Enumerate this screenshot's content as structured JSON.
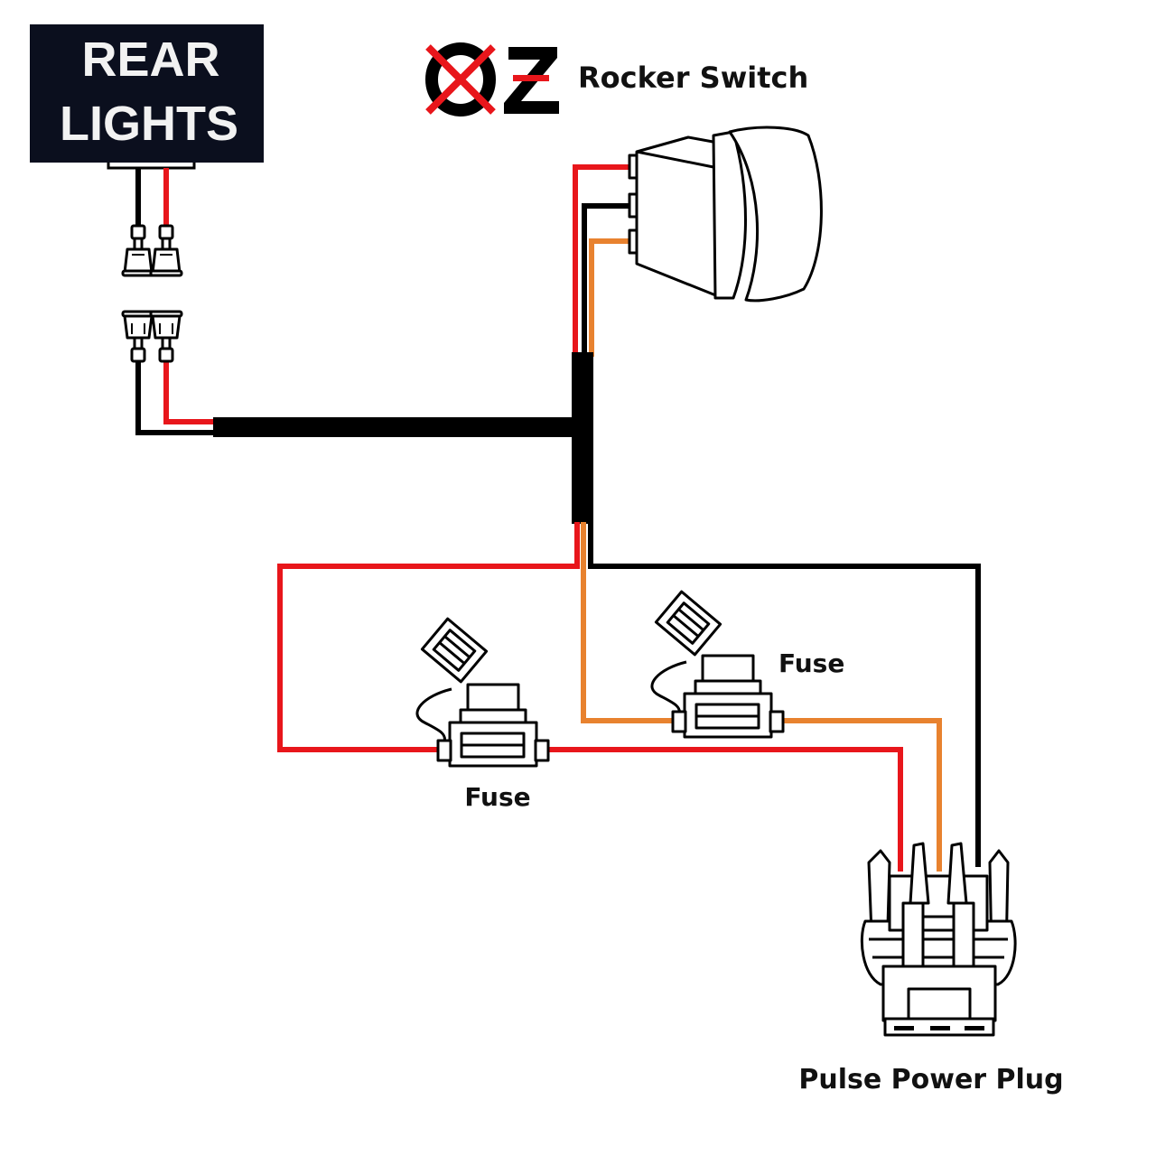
{
  "title": {
    "logo_letters": "OZ",
    "text": "Rocker Switch"
  },
  "badge": {
    "line1": "REAR",
    "line2": "LIGHTS"
  },
  "labels": {
    "fuse_left": "Fuse",
    "fuse_right": "Fuse",
    "plug": "Pulse Power Plug"
  },
  "colors": {
    "red_wire": "#e8161b",
    "black_wire": "#000000",
    "orange_wire": "#e8822f",
    "badge_bg": "#0b0f1e",
    "logo_red": "#e8161b"
  },
  "components": [
    {
      "name": "rear-lights-switch-label",
      "type": "switch-label"
    },
    {
      "name": "rocker-switch",
      "type": "switch",
      "pins": [
        "red",
        "black",
        "orange"
      ]
    },
    {
      "name": "connector-pair-male",
      "type": "connector"
    },
    {
      "name": "connector-pair-female",
      "type": "connector"
    },
    {
      "name": "fuse-holder-left",
      "type": "fuse",
      "wire": "red"
    },
    {
      "name": "fuse-holder-right",
      "type": "fuse",
      "wire": "orange"
    },
    {
      "name": "pulse-power-plug",
      "type": "plug",
      "wires": [
        "red",
        "orange",
        "black"
      ]
    }
  ]
}
